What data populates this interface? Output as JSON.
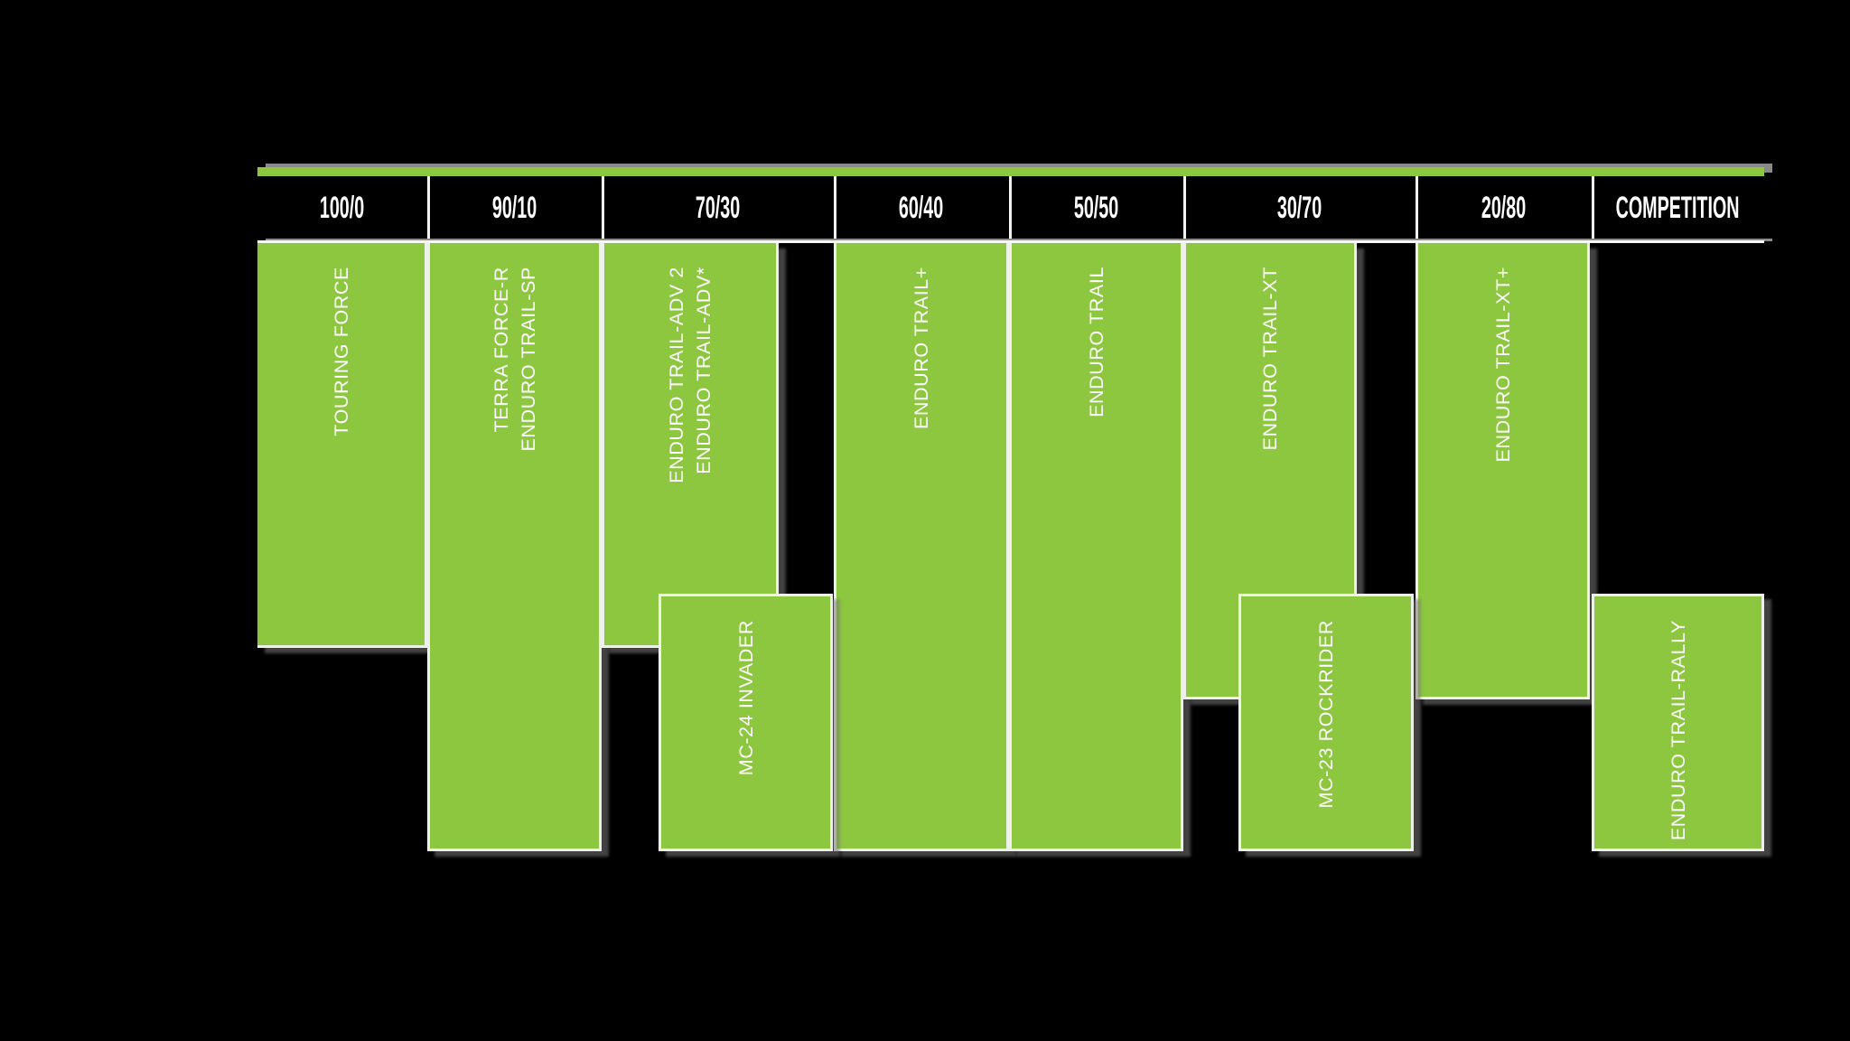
{
  "chart_data": {
    "type": "table",
    "title": "",
    "description": "Tire lineup matrix: columns are on/off-road ratio categories, green blocks are tire models",
    "columns": [
      "100/0",
      "90/10",
      "70/30",
      "60/40",
      "50/50",
      "30/70",
      "20/80",
      "COMPETITION"
    ],
    "products": [
      {
        "lines": [
          "TOURING FORCE"
        ],
        "column_span": "100/0",
        "row": "top"
      },
      {
        "lines": [
          "TERRA FORCE-R",
          "ENDURO TRAIL-SP"
        ],
        "column_span": "90/10",
        "row": "top"
      },
      {
        "lines": [
          "ENDURO TRAIL-ADV 2",
          "ENDURO TRAIL-ADV*"
        ],
        "column_span": "70/30",
        "row": "top"
      },
      {
        "lines": [
          "ENDURO TRAIL+"
        ],
        "column_span": "60/40",
        "row": "top"
      },
      {
        "lines": [
          "ENDURO TRAIL"
        ],
        "column_span": "50/50",
        "row": "top"
      },
      {
        "lines": [
          "ENDURO TRAIL-XT"
        ],
        "column_span": "30/70",
        "row": "top"
      },
      {
        "lines": [
          "ENDURO TRAIL-XT+"
        ],
        "column_span": "20/80",
        "row": "top"
      },
      {
        "lines": [
          "MC-24 INVADER"
        ],
        "column_span": "70/30-60/40",
        "row": "bottom"
      },
      {
        "lines": [
          "MC-23 ROCKRIDER"
        ],
        "column_span": "30/70-20/80",
        "row": "bottom"
      },
      {
        "lines": [
          "ENDURO TRAIL-RALLY"
        ],
        "column_span": "COMPETITION",
        "row": "bottom"
      }
    ],
    "colors": {
      "bar_green": "#8DC63F",
      "background": "#000000",
      "edge_light": "#EFEFEC",
      "shadow_gray": "#8A8A8A",
      "text_white": "#FFFFFF"
    },
    "layout_hints": {
      "legend_position": "none",
      "grid": "off",
      "header_band": "ratio categories across top with white underline and green rule above"
    }
  }
}
